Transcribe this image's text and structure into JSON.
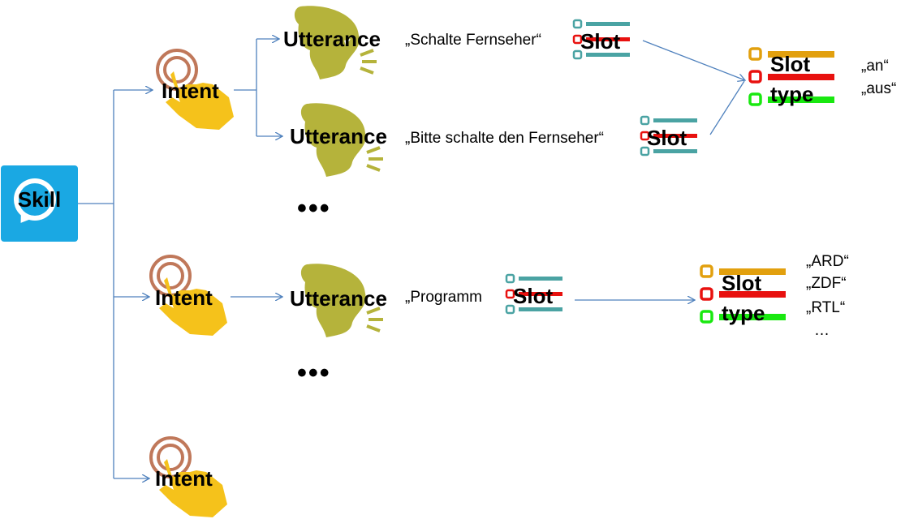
{
  "skill": {
    "label": "Skill"
  },
  "intents": [
    {
      "label": "Intent"
    },
    {
      "label": "Intent"
    },
    {
      "label": "Intent"
    }
  ],
  "utterances": [
    {
      "label": "Utterance",
      "phrase": "„Schalte Fernseher“"
    },
    {
      "label": "Utterance",
      "phrase": "„Bitte schalte den Fernseher“"
    },
    {
      "label": "Utterance",
      "phrase": "„Programm"
    }
  ],
  "ellipses": [
    "•••",
    "•••"
  ],
  "slot_label": "Slot",
  "slot_types": [
    {
      "slot": "Slot",
      "type": "type",
      "values": [
        "„an“",
        "„aus“"
      ]
    },
    {
      "slot": "Slot",
      "type": "type",
      "values": [
        "„ARD“",
        "„ZDF“",
        "„RTL“",
        "…"
      ]
    }
  ],
  "colors": {
    "line": "#4f81bd",
    "skill": "#1aa8e3",
    "icon_olive": "#b5b33b",
    "hand": "#f5c21b",
    "ring": "#c0785a",
    "teal": "#4aa3a3",
    "red": "#e8110f",
    "orange": "#e2a00e",
    "green": "#19e810"
  }
}
